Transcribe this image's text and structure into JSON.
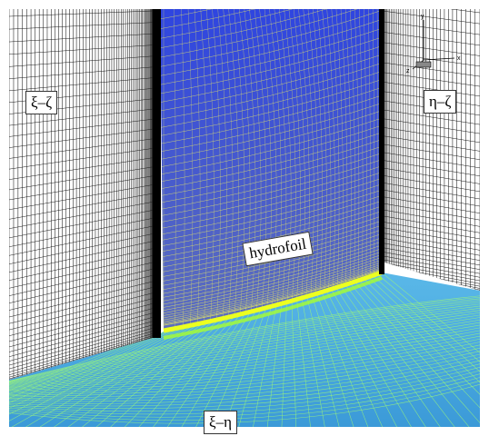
{
  "labels": {
    "xi_zeta": "ξ–ζ",
    "eta_zeta": "η–ζ",
    "hydrofoil": "hydrofoil",
    "xi_eta": "ξ–η"
  },
  "axes_triad": {
    "x": "x",
    "y": "y",
    "z": "z"
  },
  "colors": {
    "background": "#ffffff",
    "wall_grid": "#1a1a1a",
    "hydrofoil_fill": "#2f45e0",
    "hydrofoil_grid": "#f0f060",
    "hydrofoil_root": "#ecff20",
    "floor_fill": "#48a4e0",
    "floor_grid": "#9af57a"
  }
}
